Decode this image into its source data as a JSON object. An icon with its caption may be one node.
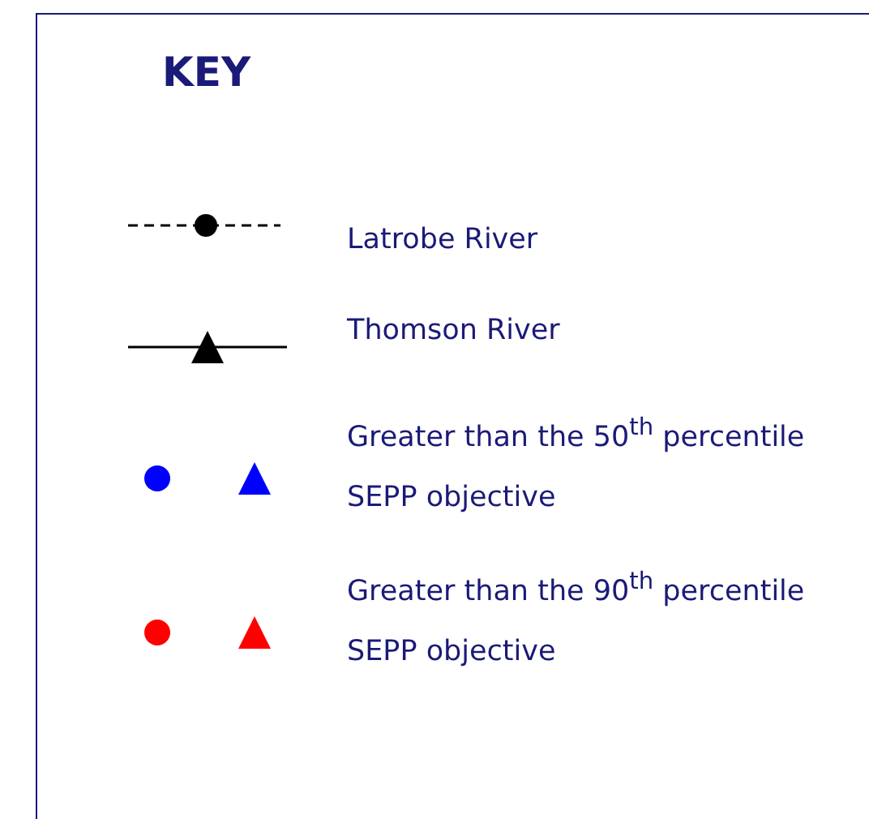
{
  "diagram": {
    "title": "KEY",
    "legend": [
      {
        "text": "Latrobe River"
      },
      {
        "text": "Thomson River"
      },
      {
        "text": "Greater than the 50$^{th}$ percentile SEPP objective",
        "color": "#0000ff"
      },
      {
        "text": "Greater than the 90$^{th}$ percentile SEPP objective",
        "color": "#ff0000"
      }
    ]
  }
}
